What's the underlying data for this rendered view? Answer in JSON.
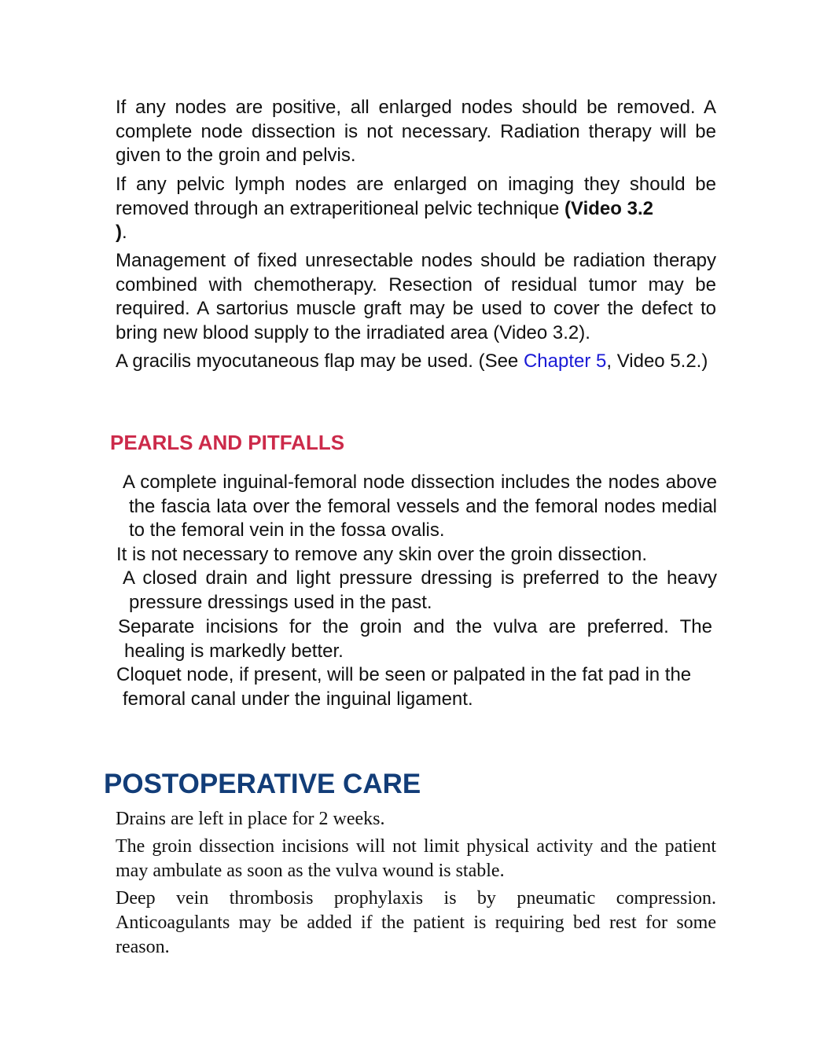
{
  "paragraphs": {
    "p1": "If any nodes are positive, all enlarged nodes should be removed. A complete node dissection is not necessary. Radiation therapy will be given to the groin and pelvis.",
    "p2_text": "If any pelvic lymph nodes are enlarged on imaging they should be removed through an extraperitioneal pelvic technique ",
    "p2_bold_a": "(Video 3.2",
    "p2_bold_b": ")",
    "p2_end": ".",
    "p3": "Management of fixed unresectable nodes should be radiation therapy combined with chemotherapy. Resection of residual tumor may be required. A sartorius muscle graft may be used to cover the defect to bring new blood supply to the irradiated area (Video 3.2).",
    "p4_text": "A gracilis myocutaneous flap may be used. (See ",
    "p4_link": "Chapter 5",
    "p4_end": ", Video 5.2.)"
  },
  "pearls": {
    "heading": "PEARLS AND PITFALLS",
    "items": [
      "A complete inguinal-femoral node dissection includes the nodes above the fascia lata over the femoral vessels and the femoral nodes medial to the femoral vein in the fossa ovalis.",
      "It is not necessary to remove any skin over the groin dissection.",
      "A closed drain and light pressure dressing is preferred to the heavy pressure dressings used in the past.",
      "Separate incisions for the groin and the vulva are preferred. The healing is markedly better.",
      "Cloquet node, if present, will be seen or palpated in the fat pad in the femoral canal under the inguinal ligament."
    ]
  },
  "postoperative": {
    "heading": "POSTOPERATIVE CARE",
    "items": [
      "Drains are left in place for 2 weeks.",
      "The groin dissection incisions will not limit physical activity and the patient may ambulate as soon as the vulva wound is stable.",
      "Deep vein thrombosis prophylaxis is by pneumatic compression. Anticoagulants may be added if the patient is requiring bed rest for some reason."
    ]
  },
  "colors": {
    "pearls_heading": "#cc2a4a",
    "postoperative_heading": "#123d78",
    "link": "#1a1ad6"
  }
}
